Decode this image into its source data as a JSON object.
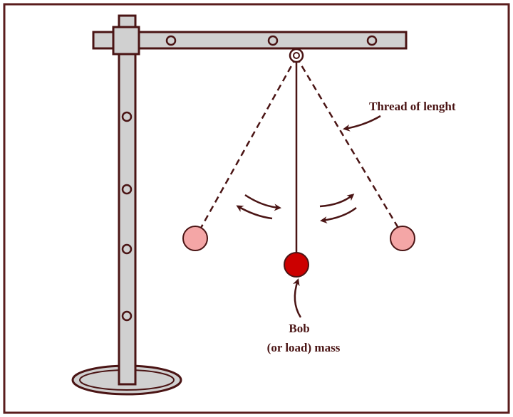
{
  "labels": {
    "thread": "Thread of lenght",
    "bob_line1": "Bob",
    "bob_line2": "(or load) mass"
  },
  "colors": {
    "stand_fill": "#d0d0d0",
    "outline": "#4a1414",
    "bob_center": "#cc0000",
    "bob_side": "#f4a6a6",
    "border": "#5a1c1c"
  }
}
